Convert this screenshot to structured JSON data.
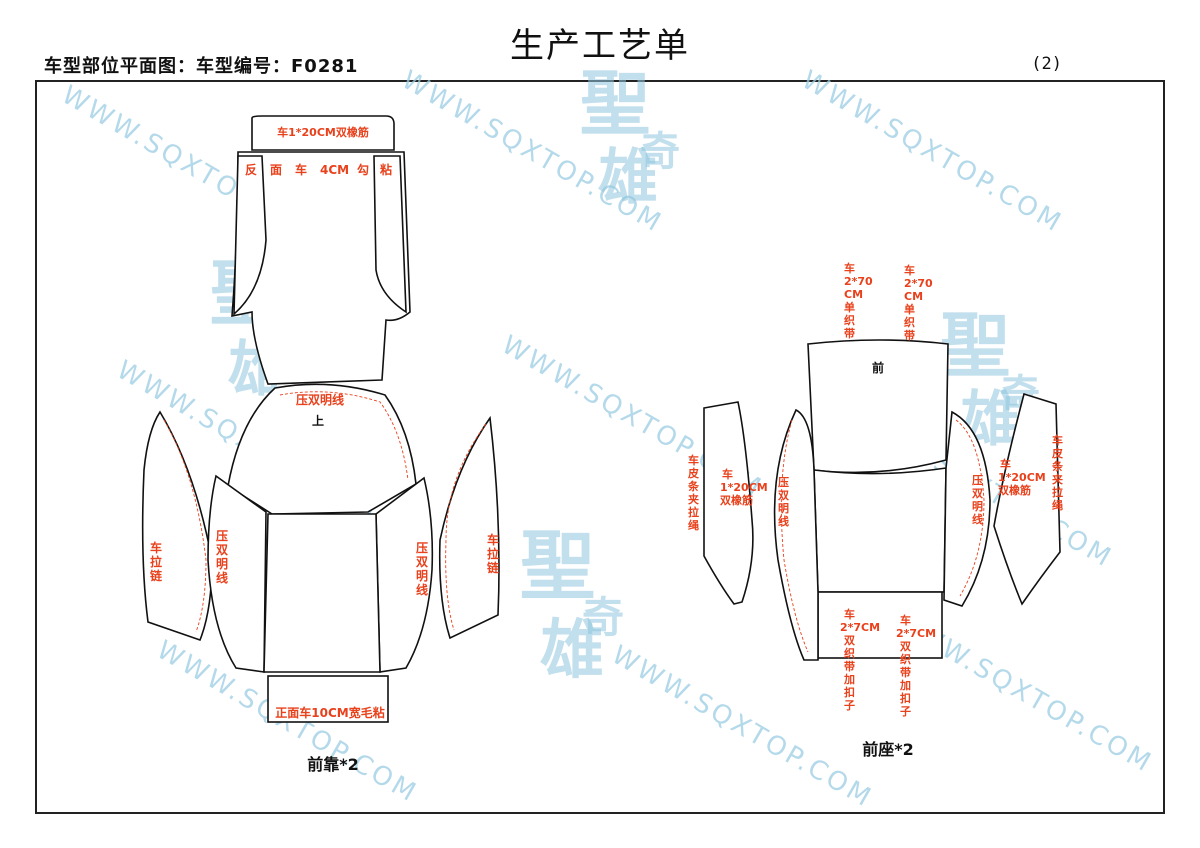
{
  "header": {
    "title": "生产工艺单",
    "subtitle": "车型部位平面图：车型编号：F0281",
    "page_number": "(2)"
  },
  "watermark": {
    "url": "WWW.SQXTOP.COM",
    "logo_line1": "聖",
    "logo_line2": "雄",
    "logo_small": "奇"
  },
  "left_group": {
    "top_strip": "车1*20CM双橡筋",
    "back_band": [
      "反",
      "面",
      "车",
      "4CM",
      "勾",
      "粘"
    ],
    "upper_panel_seam": "压双明线",
    "upper_panel_mark": "上",
    "left_wing": [
      "车",
      "拉",
      "链"
    ],
    "right_wing": [
      "车",
      "拉",
      "链"
    ],
    "inner_left": [
      "压",
      "双",
      "明",
      "线"
    ],
    "inner_right": [
      "压",
      "双",
      "明",
      "线"
    ],
    "bottom_strip": "正面车10CM宽毛粘",
    "caption": "前靠*2"
  },
  "right_group": {
    "strap_left": [
      "车",
      "2*70",
      "CM",
      "单",
      "织",
      "带"
    ],
    "strap_right": [
      "车",
      "2*70",
      "CM",
      "单",
      "织",
      "带"
    ],
    "top_panel_mark": "前",
    "far_left": [
      "车",
      "皮",
      "条",
      "夹",
      "拉",
      "绳"
    ],
    "left_elastic": [
      "车",
      "1*20CM",
      "双橡筋"
    ],
    "left_seam": [
      "压",
      "双",
      "明",
      "线"
    ],
    "right_seam": [
      "压",
      "双",
      "明",
      "线"
    ],
    "right_elastic": [
      "车",
      "1*20CM",
      "双橡筋"
    ],
    "far_right": [
      "车",
      "皮",
      "条",
      "夹",
      "拉",
      "绳"
    ],
    "bottom_left": [
      "车",
      "2*7CM",
      "双",
      "织",
      "带",
      "加",
      "扣",
      "子"
    ],
    "bottom_right": [
      "车",
      "2*7CM",
      "双",
      "织",
      "带",
      "加",
      "扣",
      "子"
    ],
    "caption": "前座*2"
  }
}
